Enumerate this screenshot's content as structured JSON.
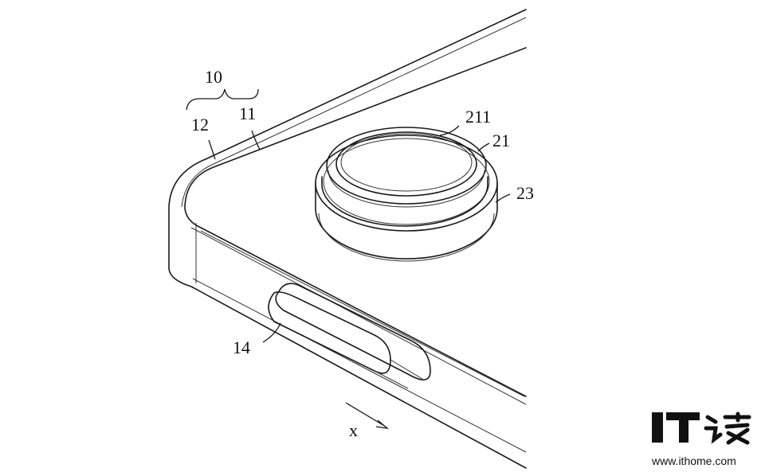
{
  "figure": {
    "labels": {
      "frame_assembly": "10",
      "outer_layer": "11",
      "inner_layer": "12",
      "side_button": "14",
      "camera_module": "21",
      "lens_surface": "211",
      "camera_ring": "23",
      "direction_axis": "x"
    }
  },
  "watermark": {
    "logo_text": "IT之家",
    "url": "www.ithome.com"
  },
  "colors": {
    "ink": "#1a1a1a",
    "background": "#ffffff",
    "shade": "#f2f2f2"
  }
}
